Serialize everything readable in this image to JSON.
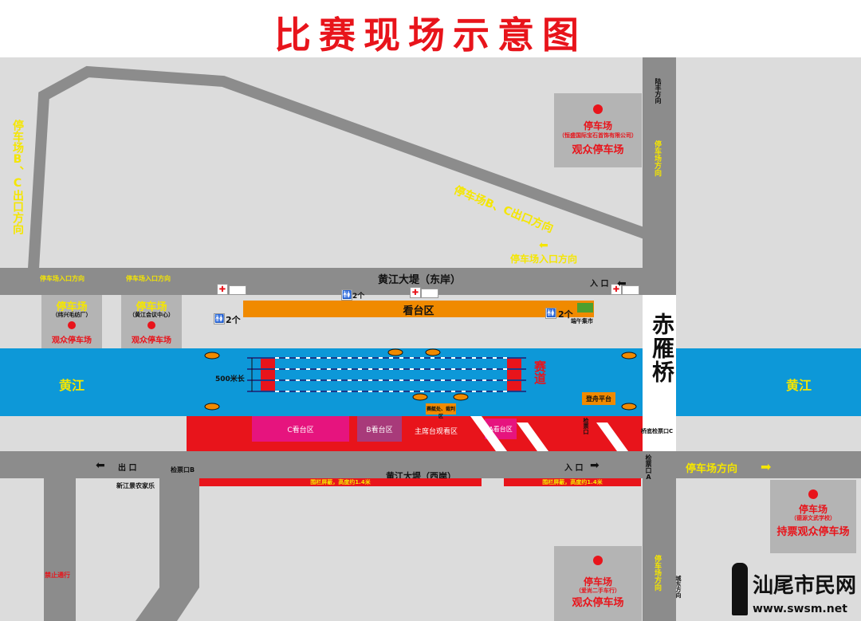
{
  "title": "比赛现场示意图",
  "roads": {
    "east_bank": "黄江大堤（东岸）",
    "west_bank": "黄江大堤（西岸）",
    "bridge": "赤雁桥",
    "lufeng_direction": "陆丰方向",
    "parking_direction_right_top": "停车场方向",
    "parking_direction_right_bottom": "停车场方向",
    "city_east_direction": "城东方向",
    "parking_direction_east": "停车场方向",
    "lot_bc_exit_diagonal": "停车场B、C出口方向",
    "lot_bc_exit_vertical": "停车场B、C出口方向",
    "lot_entrance_direction": "停车场入口方向",
    "entrance_top": "入 口",
    "entrance_bottom": "入 口",
    "exit_bottom": "出 口",
    "xinjiang_farm": "新江景农家乐",
    "no_entry": "禁止通行"
  },
  "river": {
    "left_label": "黄江",
    "right_label": "黄江",
    "course_label": "赛道",
    "length_label": "500米长"
  },
  "parking": {
    "top_right": {
      "title": "停车场",
      "sub": "（恒盛国际宝石首饰有限公司）",
      "label": "观众停车场"
    },
    "left_1": {
      "top": "停车场入口方向",
      "title": "停车场",
      "sub": "（纬兴毛纺厂）",
      "label": "观众停车场"
    },
    "left_2": {
      "top": "停车场入口方向",
      "title": "停车场",
      "sub": "（黄江会议中心）",
      "label": "观众停车场"
    },
    "bottom_right": {
      "title": "停车场",
      "sub": "（德源文武学校）",
      "label": "持票观众停车场"
    },
    "bottom_center": {
      "title": "停车场",
      "sub": "（爱尚二手车行）",
      "label": "观众停车场"
    }
  },
  "stands": {
    "east": "看台区",
    "c": "C看台区",
    "b": "B看台区",
    "main": "主席台观看区",
    "a": "A看台区",
    "judges": "赛艇处、裁判区",
    "boarding": "登舟平台"
  },
  "amenities": {
    "toilet_count_1": "2个",
    "toilet_count_2": "2个",
    "toilet_count_3": "2个",
    "dragon_market": "端午集市",
    "ticket_b": "检票口B",
    "ticket_a": "检票口A",
    "ticket_c": "桥底检票口C",
    "ticket_mid": "检票口",
    "fence_note_1": "围栏屏蔽，高度约1.4米",
    "fence_note_2": "围栏屏蔽，高度约1.4米"
  },
  "watermark": {
    "name": "汕尾市民网",
    "url": "www.swsm.net"
  },
  "colors": {
    "red": "#e8141b",
    "river": "#0d98d8",
    "road": "#8c8c8c",
    "yellow_text": "#f5e600",
    "orange_stand": "#f08a00",
    "magenta": "#e6147e"
  }
}
